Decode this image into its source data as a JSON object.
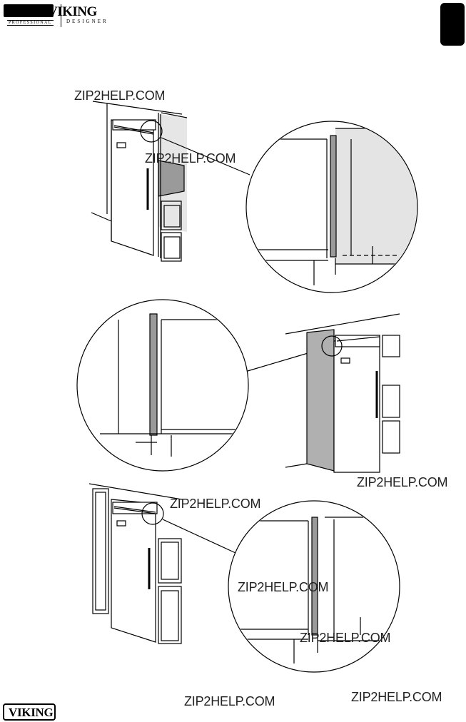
{
  "header": {
    "brand_name": "VIKING",
    "brand_sub_left": "PROFESSIONAL",
    "brand_sub_right": "DESIGNER"
  },
  "watermarks": [
    "ZIP2HELP.COM",
    "ZIP2HELP.COM",
    "ZIP2HELP.COM",
    "ZIP2HELP.COM",
    "ZIP2HELP.COM",
    "ZIP2HELP.COM",
    "ZIP2HELP.COM",
    "ZIP2HELP.COM"
  ],
  "footer": {
    "brand_name": "VIKING"
  },
  "colors": {
    "panel_gray": "#b8b8b8",
    "panel_light": "#e4e4e4",
    "ink": "#000000"
  }
}
